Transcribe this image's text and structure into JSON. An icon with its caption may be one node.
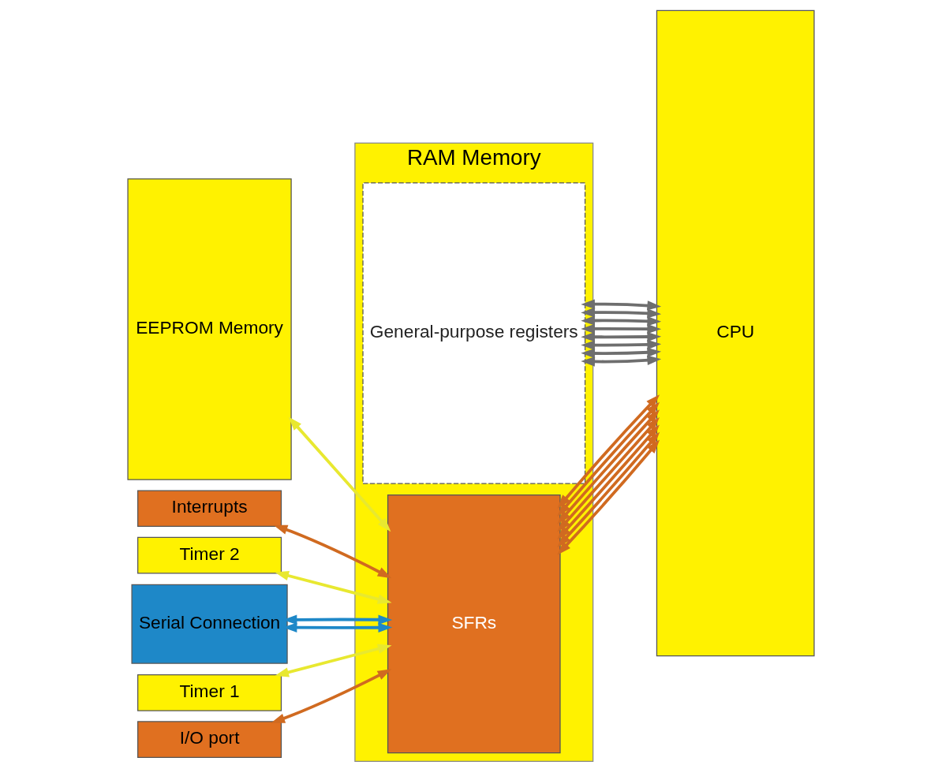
{
  "diagram": {
    "nodes": [
      {
        "text": [
          "RAM Memory"
        ]
      },
      {
        "text": [
          "General-purpose registers"
        ],
        "in": 0
      },
      {
        "text": [
          "SFRs"
        ],
        "in": 0
      },
      {
        "text": [
          "CPU"
        ]
      },
      {
        "text": [
          "EEPROM Memory"
        ]
      },
      {
        "text": [
          "Interrupts"
        ]
      },
      {
        "text": [
          "Timer 2"
        ]
      },
      {
        "text": [
          "Serial Connection"
        ]
      },
      {
        "text": [
          "Timer 1"
        ]
      },
      {
        "text": [
          "I/O port"
        ]
      }
    ],
    "edges": [
      {
        "from": 4,
        "to": 2,
        "arrow": "both",
        "color": "#e8e830"
      },
      {
        "from": 5,
        "to": 2,
        "arrow": "both"
      },
      {
        "from": 6,
        "to": 2,
        "arrow": "both",
        "color": "#e8e830"
      },
      {
        "from": 7,
        "to": 2,
        "arrow": "both",
        "color": "#1e88c8"
      },
      {
        "from": 7,
        "to": 2,
        "arrow": "both",
        "color": "#1e88c8"
      },
      {
        "from": 8,
        "to": 2,
        "arrow": "both",
        "color": "#e8e830"
      },
      {
        "from": 9,
        "to": 2,
        "arrow": "both"
      },
      {
        "from": 1,
        "to": 3,
        "arrow": "both",
        "color": "#6e6e6e"
      },
      {
        "from": 1,
        "to": 3,
        "arrow": "both",
        "color": "#6e6e6e"
      },
      {
        "from": 1,
        "to": 3,
        "arrow": "both",
        "color": "#6e6e6e"
      },
      {
        "from": 1,
        "to": 3,
        "arrow": "both",
        "color": "#6e6e6e"
      },
      {
        "from": 1,
        "to": 3,
        "arrow": "both",
        "color": "#6e6e6e"
      },
      {
        "from": 1,
        "to": 3,
        "arrow": "both",
        "color": "#6e6e6e"
      },
      {
        "from": 1,
        "to": 3,
        "arrow": "both",
        "color": "#6e6e6e"
      },
      {
        "from": 1,
        "to": 3,
        "arrow": "both",
        "color": "#6e6e6e"
      },
      {
        "from": 2,
        "to": 3,
        "arrow": "both"
      },
      {
        "from": 2,
        "to": 3,
        "arrow": "both"
      },
      {
        "from": 2,
        "to": 3,
        "arrow": "both"
      },
      {
        "from": 2,
        "to": 3,
        "arrow": "both"
      },
      {
        "from": 2,
        "to": 3,
        "arrow": "both"
      },
      {
        "from": 2,
        "to": 3,
        "arrow": "both"
      },
      {
        "from": 2,
        "to": 3,
        "arrow": "both"
      }
    ]
  }
}
